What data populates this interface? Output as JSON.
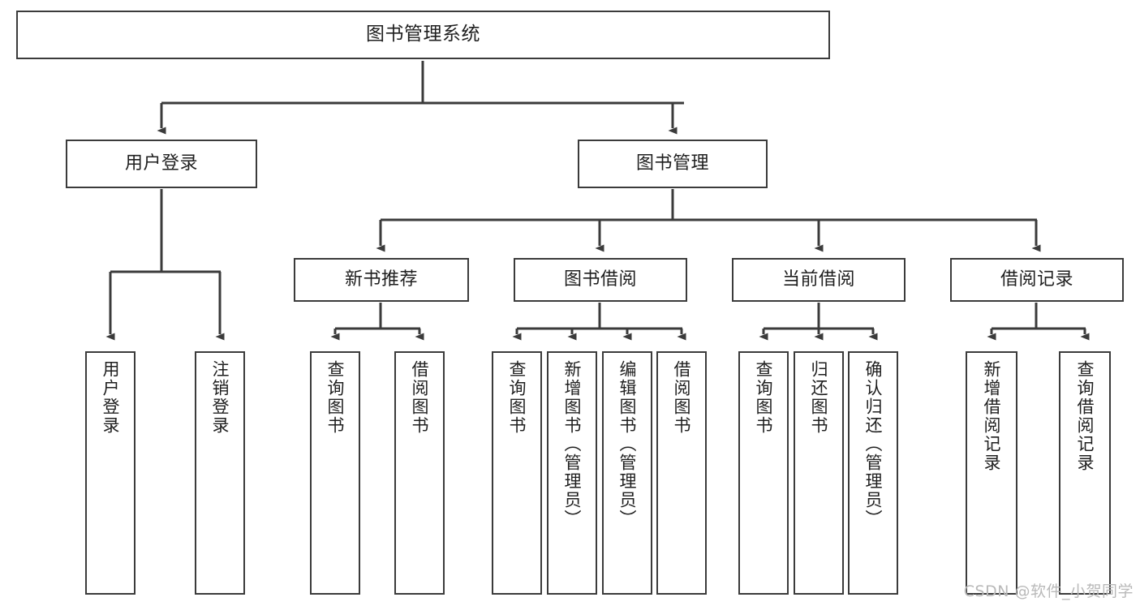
{
  "diagram": {
    "title": "图书管理系统",
    "watermark": "CSDN @软件_小贺同学",
    "colors": {
      "background": "#ffffff",
      "box_border": "#3b3b3b",
      "box_fill": "#ffffff",
      "connector": "#3b3b3b",
      "text": "#1f1f1f",
      "watermark": "#b9b9b9"
    },
    "levels": {
      "root": "图书管理系统",
      "level2": [
        "用户登录",
        "图书管理"
      ],
      "level3": [
        "新书推荐",
        "图书借阅",
        "当前借阅",
        "借阅记录"
      ]
    },
    "nodes": {
      "root": {
        "label": "图书管理系统"
      },
      "user_login": {
        "label": "用户登录"
      },
      "book_manage": {
        "label": "图书管理"
      },
      "new_book_rec": {
        "label": "新书推荐"
      },
      "book_borrow": {
        "label": "图书借阅"
      },
      "current_borrow": {
        "label": "当前借阅"
      },
      "borrow_record": {
        "label": "借阅记录"
      },
      "leaf_user_login": {
        "label": "用户登录"
      },
      "leaf_user_logout": {
        "label": "注销登录"
      },
      "leaf_rec_query": {
        "label": "查询图书"
      },
      "leaf_rec_borrow": {
        "label": "借阅图书"
      },
      "leaf_borrow_query": {
        "label": "查询图书"
      },
      "leaf_borrow_add": {
        "label": "新增图书（管理员）"
      },
      "leaf_borrow_edit": {
        "label": "编辑图书（管理员）"
      },
      "leaf_borrow_do": {
        "label": "借阅图书"
      },
      "leaf_cur_query": {
        "label": "查询图书"
      },
      "leaf_cur_return": {
        "label": "归还图书"
      },
      "leaf_cur_confirm": {
        "label": "确认归还（管理员）"
      },
      "leaf_rec_add": {
        "label": "新增借阅记录"
      },
      "leaf_rec_search": {
        "label": "查询借阅记录"
      }
    },
    "tree": [
      {
        "label": "图书管理系统",
        "children": [
          {
            "label": "用户登录",
            "children": [
              {
                "label": "用户登录"
              },
              {
                "label": "注销登录"
              }
            ]
          },
          {
            "label": "图书管理",
            "children": [
              {
                "label": "新书推荐",
                "children": [
                  {
                    "label": "查询图书"
                  },
                  {
                    "label": "借阅图书"
                  }
                ]
              },
              {
                "label": "图书借阅",
                "children": [
                  {
                    "label": "查询图书"
                  },
                  {
                    "label": "新增图书（管理员）"
                  },
                  {
                    "label": "编辑图书（管理员）"
                  },
                  {
                    "label": "借阅图书"
                  }
                ]
              },
              {
                "label": "当前借阅",
                "children": [
                  {
                    "label": "查询图书"
                  },
                  {
                    "label": "归还图书"
                  },
                  {
                    "label": "确认归还（管理员）"
                  }
                ]
              },
              {
                "label": "借阅记录",
                "children": [
                  {
                    "label": "新增借阅记录"
                  },
                  {
                    "label": "查询借阅记录"
                  }
                ]
              }
            ]
          }
        ]
      }
    ]
  }
}
